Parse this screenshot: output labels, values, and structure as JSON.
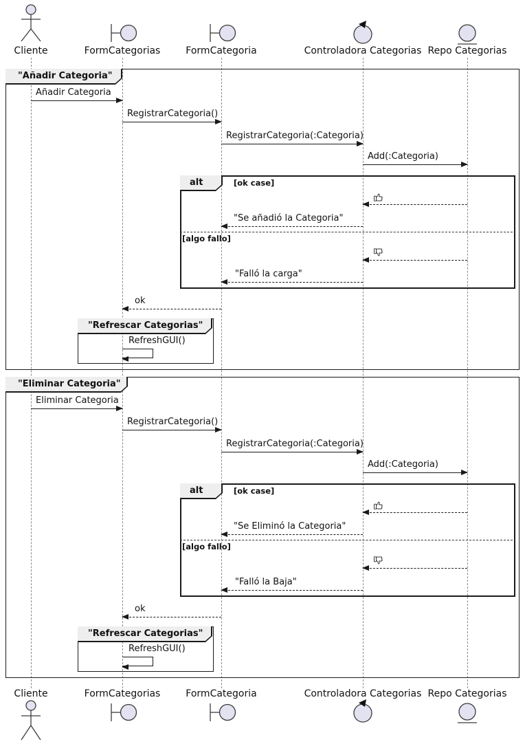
{
  "diagram_type": "uml-sequence-diagram",
  "colors": {
    "background": "#FFFFFF",
    "participant_fill": "#E2E2F0",
    "frame_tab_fill": "#EEEEEE",
    "frame_border": "#181818",
    "lifeline": "#888888",
    "message": "#1A1A1A"
  },
  "icons": {
    "actor": "stick-figure-icon",
    "boundary": "boundary-icon",
    "control": "control-circle-arrow-icon",
    "entity": "entity-underlined-circle-icon",
    "ok": "thumbs-up-icon",
    "fail": "thumbs-down-icon"
  },
  "participants": [
    {
      "label": "Cliente",
      "type": "actor"
    },
    {
      "label": "FormCategorias",
      "type": "boundary"
    },
    {
      "label": "FormCategoria",
      "type": "boundary"
    },
    {
      "label": "Controladora Categorias",
      "type": "control"
    },
    {
      "label": "Repo Categorias",
      "type": "entity"
    }
  ],
  "frames": [
    {
      "title": "\"Añadir Categoria\"",
      "messages": {
        "request": "Añadir Categoria",
        "register": "RegistrarCategoria()",
        "register_param": "RegistrarCategoria(:Categoria)",
        "add": "Add(:Categoria)",
        "reply_ok": "\"Se añadió la Categoria\"",
        "reply_fail": "\"Falló la carga\"",
        "reply_form": "ok",
        "refresh": "RefreshGUI()"
      },
      "alt": {
        "keyword": "alt",
        "cond_ok": "[ok case]",
        "cond_fail": "[algo fallo]"
      },
      "inner_frame_title": "\"Refrescar Categorias\""
    },
    {
      "title": "\"Eliminar Categoria\"",
      "messages": {
        "request": "Eliminar Categoria",
        "register": "RegistrarCategoria()",
        "register_param": "RegistrarCategoria(:Categoria)",
        "add": "Add(:Categoria)",
        "reply_ok": "\"Se Eliminó la Categoria\"",
        "reply_fail": "\"Falló la Baja\"",
        "reply_form": "ok",
        "refresh": "RefreshGUI()"
      },
      "alt": {
        "keyword": "alt",
        "cond_ok": "[ok case]",
        "cond_fail": "[algo fallo]"
      },
      "inner_frame_title": "\"Refrescar Categorias\""
    }
  ]
}
